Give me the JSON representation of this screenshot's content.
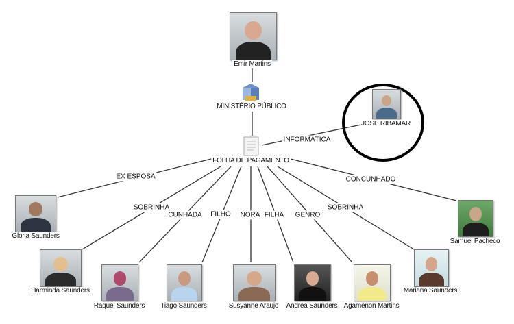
{
  "top": {
    "name": "Emir Martins"
  },
  "institution": {
    "label": "MINISTÉRIO PÚBLICO",
    "icon": "building-icon"
  },
  "highlighted": {
    "name": "JOSE RIBAMAR",
    "relation": "INFORMÁTICA"
  },
  "payroll": {
    "label": "FOLHA DE PAGAMENTO",
    "icon": "document-icon"
  },
  "relatives": [
    {
      "name": "Gloria Saunders",
      "relation": "EX ESPOSA"
    },
    {
      "name": "Samuel Pacheco",
      "relation": "CONCUNHADO"
    },
    {
      "name": "Harminda Saunders",
      "relation": "SOBRINHA"
    },
    {
      "name": "Raquel Saunders",
      "relation": "CUNHADA"
    },
    {
      "name": "Tiago Saunders",
      "relation": "FILHO"
    },
    {
      "name": "Susyanne Araujo",
      "relation": "NORA"
    },
    {
      "name": "Andrea Saunders",
      "relation": "FILHA"
    },
    {
      "name": "Agamenon Martins",
      "relation": "GENRO"
    },
    {
      "name": "Mariana Saunders",
      "relation": "SOBRINHA"
    }
  ]
}
